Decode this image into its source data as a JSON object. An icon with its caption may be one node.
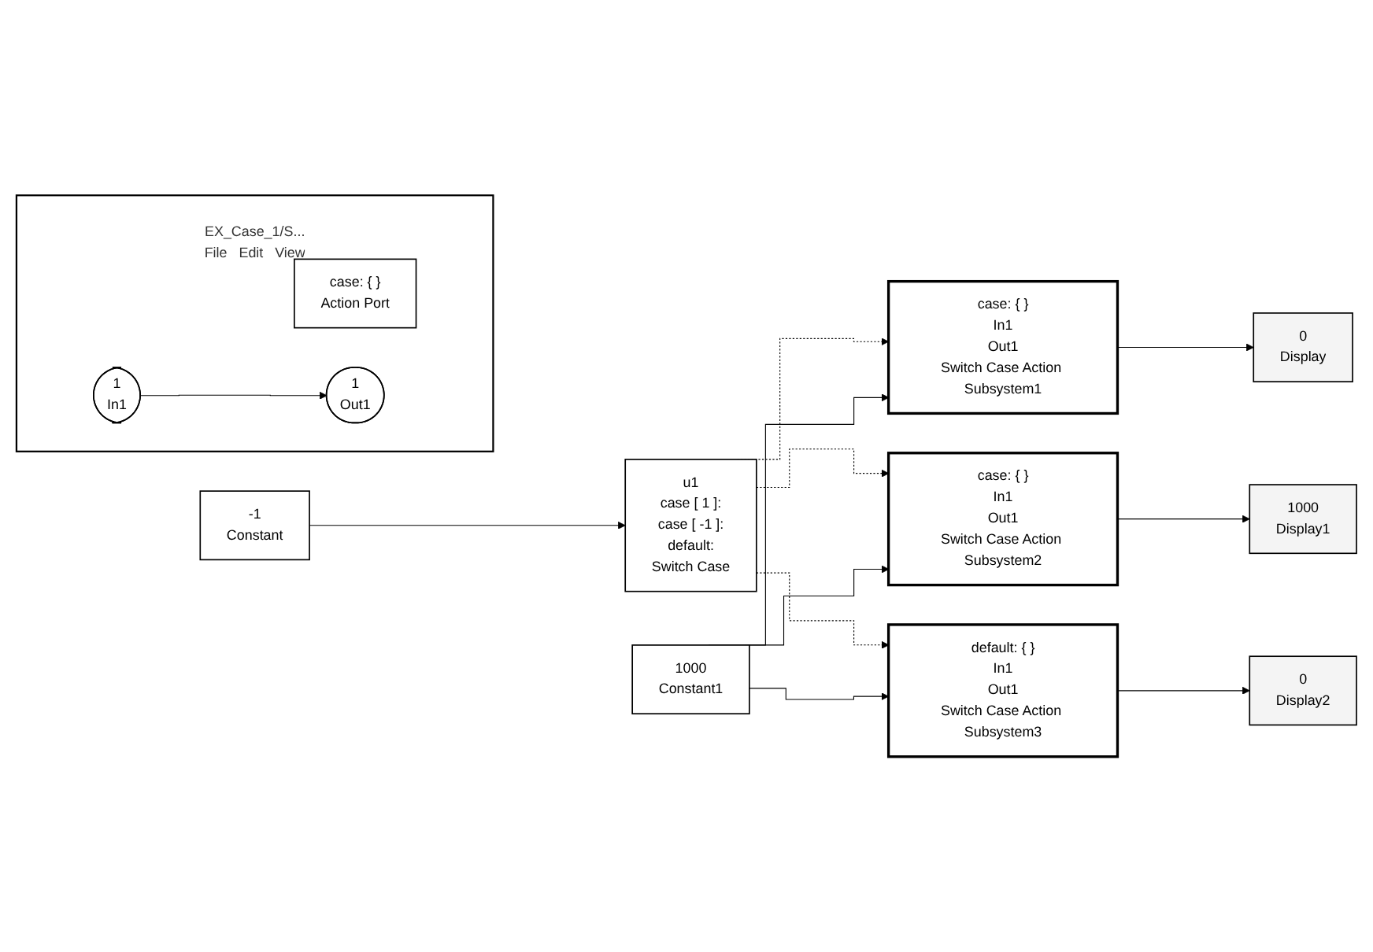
{
  "diagram": {
    "nodes": [
      {
        "text": [
          "1000",
          "Constant1"
        ]
      },
      {
        "text": [
          "-1",
          "Constant"
        ]
      },
      {
        "text": [
          "u1",
          "case [ 1 ]:",
          "case [ -1 ]:",
          "default:",
          "Switch Case"
        ]
      },
      {
        "text": [
          "case: { }",
          "In1",
          "Out1",
          "Switch Case Action Subsystem1"
        ]
      },
      {
        "text": [
          "case: { }",
          "In1",
          "Out1",
          "Switch Case Action Subsystem2"
        ]
      },
      {
        "text": [
          "default: { }",
          "In1",
          "Out1",
          "Switch Case Action Subsystem3"
        ]
      },
      {
        "text": [
          "0",
          "Display"
        ]
      },
      {
        "text": [
          "1000",
          "Display1"
        ]
      },
      {
        "text": [
          "0",
          "Display2"
        ]
      },
      {
        "text": [
          "EX_Case_1/S...",
          "File",
          "Edit",
          "View"
        ]
      },
      {
        "text": [
          "case: { }",
          "Action Port"
        ],
        "in": 9
      },
      {
        "text": [
          "1",
          "In1"
        ],
        "in": 9
      },
      {
        "text": [
          "1",
          "Out1"
        ],
        "in": 9
      }
    ],
    "edges": [
      {
        "from": 1,
        "to": 2,
        "arrow": "to"
      },
      {
        "from": 2,
        "to": 3,
        "arrow": "to",
        "style": "dashed"
      },
      {
        "from": 2,
        "to": 4,
        "arrow": "to",
        "style": "dashed"
      },
      {
        "from": 2,
        "to": 5,
        "arrow": "to",
        "style": "dashed"
      },
      {
        "from": 0,
        "to": 3,
        "arrow": "to"
      },
      {
        "from": 0,
        "to": 4,
        "arrow": "to"
      },
      {
        "from": 0,
        "to": 5,
        "arrow": "to"
      },
      {
        "from": 3,
        "to": 6,
        "arrow": "to"
      },
      {
        "from": 4,
        "to": 7,
        "arrow": "to"
      },
      {
        "from": 5,
        "to": 8,
        "arrow": "to"
      },
      {
        "from": 11,
        "to": 12,
        "arrow": "to"
      }
    ]
  }
}
